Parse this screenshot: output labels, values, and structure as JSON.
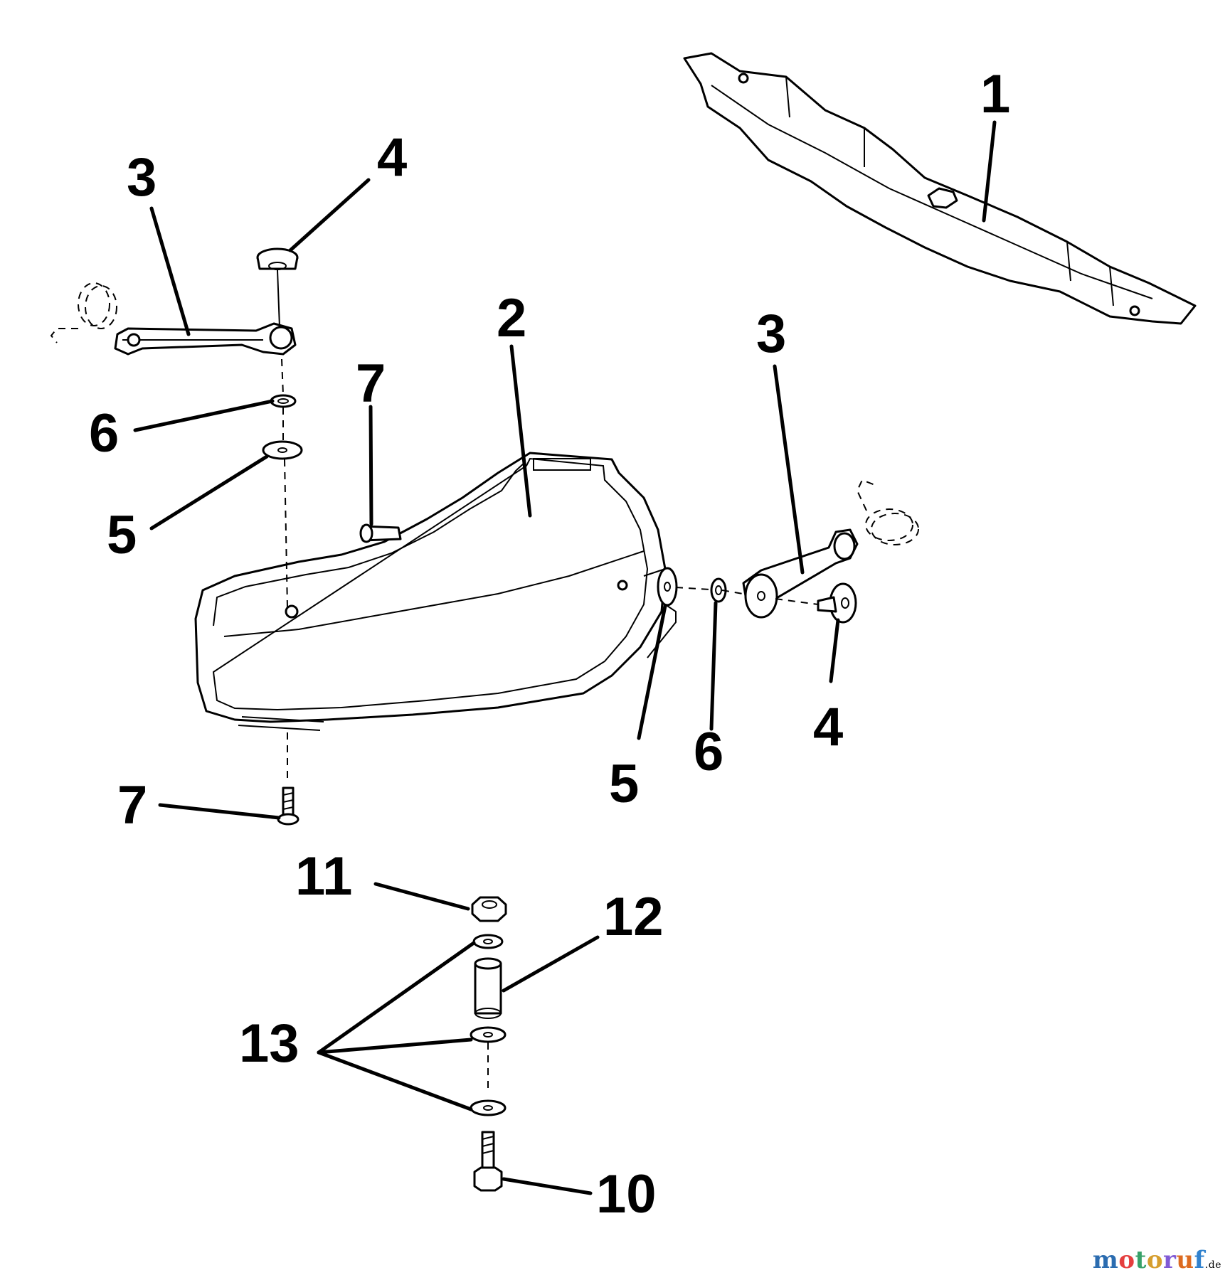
{
  "diagram": {
    "callouts": {
      "c1": "1",
      "c2": "2",
      "c3a": "3",
      "c3b": "3",
      "c4a": "4",
      "c4b": "4",
      "c5a": "5",
      "c5b": "5",
      "c6a": "6",
      "c6b": "6",
      "c7a": "7",
      "c7b": "7",
      "c10": "10",
      "c11": "11",
      "c12": "12",
      "c13": "13"
    }
  },
  "watermark": {
    "text": "motoruf",
    "suffix": ".de",
    "colors": [
      "#2b6cb0",
      "#e53e3e",
      "#38a169",
      "#d69e2e",
      "#805ad5",
      "#dd6b20",
      "#3182ce"
    ]
  }
}
